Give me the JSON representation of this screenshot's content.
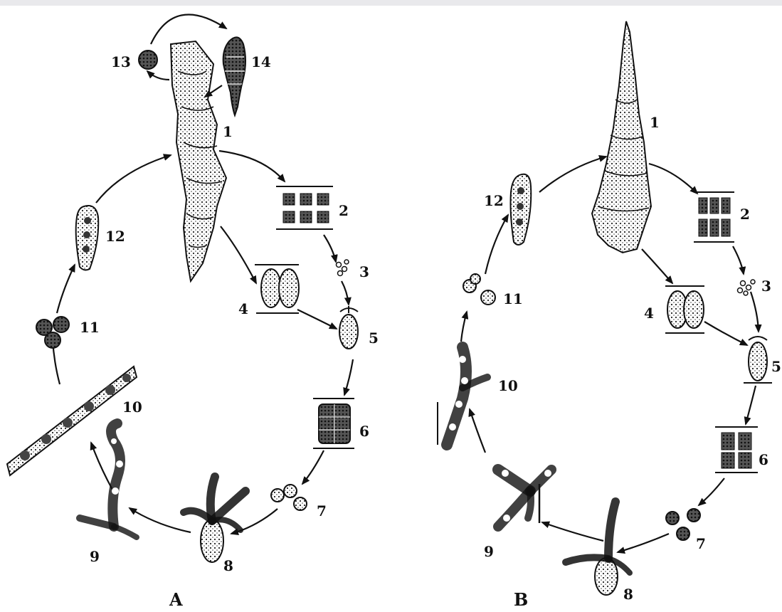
{
  "panels": [
    {
      "id": "A",
      "label": "A",
      "stage_labels": [
        "1",
        "2",
        "3",
        "4",
        "5",
        "6",
        "7",
        "8",
        "9",
        "10",
        "11",
        "12",
        "13",
        "14"
      ]
    },
    {
      "id": "B",
      "label": "B",
      "stage_labels": [
        "1",
        "2",
        "3",
        "4",
        "5",
        "6",
        "7",
        "8",
        "9",
        "10",
        "11",
        "12"
      ]
    }
  ],
  "colors": {
    "ink": "#111111",
    "background": "#ffffff",
    "topbar": "#e9e9ec"
  }
}
